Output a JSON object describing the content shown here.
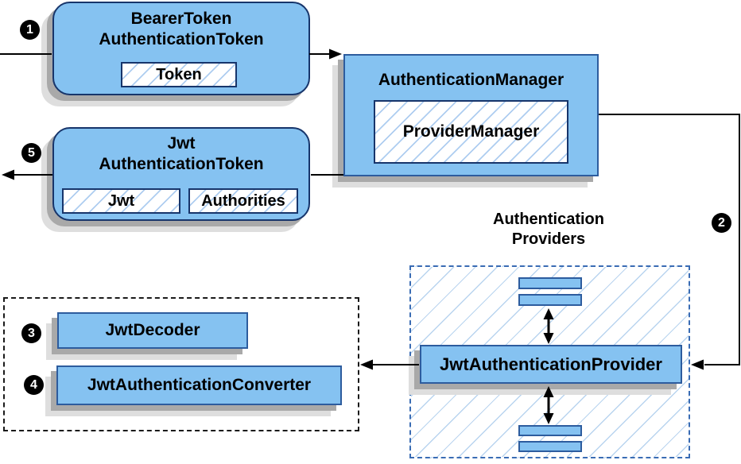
{
  "diagram": {
    "badges": {
      "one": "1",
      "two": "2",
      "three": "3",
      "four": "4",
      "five": "5"
    },
    "nodes": {
      "bearer_token": {
        "line1": "BearerToken",
        "line2": "AuthenticationToken",
        "field": "Token"
      },
      "authentication_manager": {
        "title": "AuthenticationManager",
        "field": "ProviderManager"
      },
      "jwt_authentication_token": {
        "line1": "Jwt",
        "line2": "AuthenticationToken",
        "field_jwt": "Jwt",
        "field_authorities": "Authorities"
      },
      "authentication_providers": {
        "line1": "Authentication",
        "line2": "Providers"
      },
      "jwt_authentication_provider": {
        "title": "JwtAuthenticationProvider"
      },
      "jwt_decoder": {
        "title": "JwtDecoder"
      },
      "jwt_authentication_converter": {
        "title": "JwtAuthenticationConverter"
      }
    },
    "colors": {
      "node_fill": "#85c2f1",
      "node_border_dark": "#17356b",
      "node_border_medium": "#2d5c9e",
      "hatch_line": "#aecdf0",
      "dashed_blue": "#3a6cb4",
      "dashed_black": "#1a1a1a",
      "shadow_dark": "#a9a9a9",
      "shadow_light": "#dedede",
      "arrow": "#000000"
    }
  }
}
